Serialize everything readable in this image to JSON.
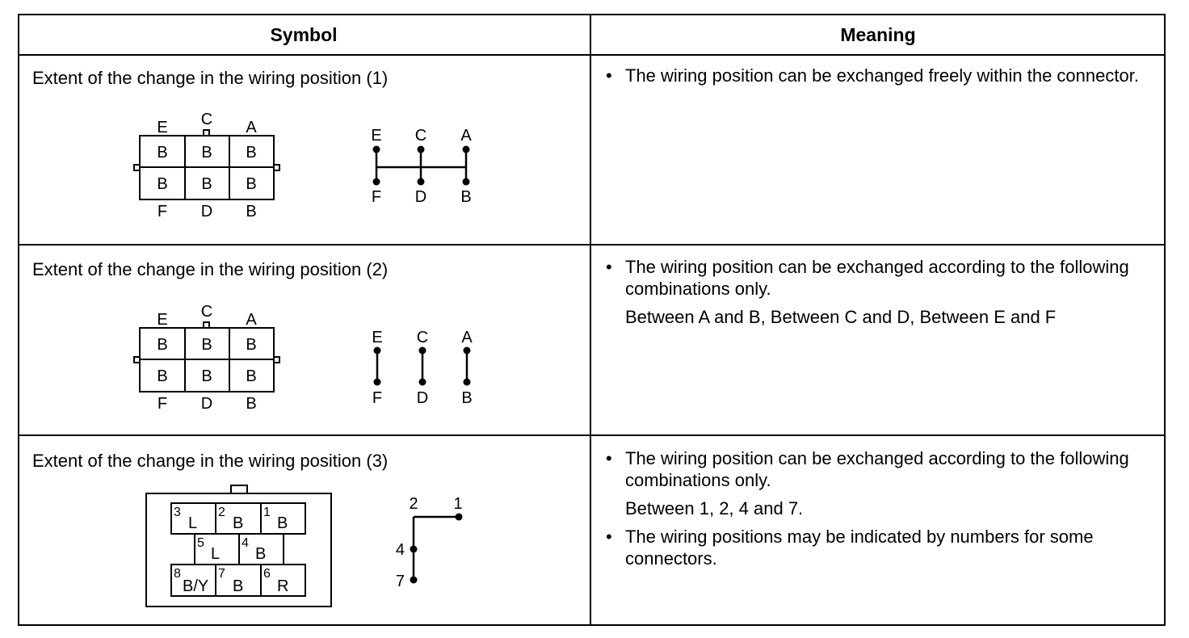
{
  "header": {
    "symbol": "Symbol",
    "meaning": "Meaning"
  },
  "rows": [
    {
      "title": "Extent of the change in the wiring position (1)",
      "connector": {
        "top_labels": [
          "E",
          "C",
          "A"
        ],
        "cells": [
          [
            "B",
            "B",
            "B"
          ],
          [
            "B",
            "B",
            "B"
          ]
        ],
        "bottom_labels": [
          "F",
          "D",
          "B"
        ]
      },
      "diagram": {
        "top_labels": [
          "E",
          "C",
          "A"
        ],
        "bottom_labels": [
          "F",
          "D",
          "B"
        ]
      },
      "bullets": [
        {
          "text": "The wiring position can be exchanged freely within the connector.",
          "sub": ""
        }
      ]
    },
    {
      "title": "Extent of the change in the wiring position (2)",
      "connector": {
        "top_labels": [
          "E",
          "C",
          "A"
        ],
        "cells": [
          [
            "B",
            "B",
            "B"
          ],
          [
            "B",
            "B",
            "B"
          ]
        ],
        "bottom_labels": [
          "F",
          "D",
          "B"
        ]
      },
      "diagram": {
        "top_labels": [
          "E",
          "C",
          "A"
        ],
        "bottom_labels": [
          "F",
          "D",
          "B"
        ]
      },
      "bullets": [
        {
          "text": "The wiring position can be exchanged according to the following combinations only.",
          "sub": "Between A and B, Between C and D, Between E and F"
        }
      ]
    },
    {
      "title": "Extent of the change in the wiring position (3)",
      "connector": {
        "cells": [
          [
            {
              "num": "3",
              "color": "L"
            },
            {
              "num": "2",
              "color": "B"
            },
            {
              "num": "1",
              "color": "B"
            }
          ],
          [
            {
              "num": "5",
              "color": "L"
            },
            {
              "num": "4",
              "color": "B"
            }
          ],
          [
            {
              "num": "8",
              "color": "B/Y"
            },
            {
              "num": "7",
              "color": "B"
            },
            {
              "num": "6",
              "color": "R"
            }
          ]
        ]
      },
      "diagram": {
        "labels": [
          "2",
          "1",
          "4",
          "7"
        ]
      },
      "bullets": [
        {
          "text": "The wiring position can be exchanged according to the following combinations only.",
          "sub": "Between 1, 2, 4 and 7."
        },
        {
          "text": "The wiring positions may be indicated by numbers for some connectors.",
          "sub": ""
        }
      ]
    }
  ]
}
